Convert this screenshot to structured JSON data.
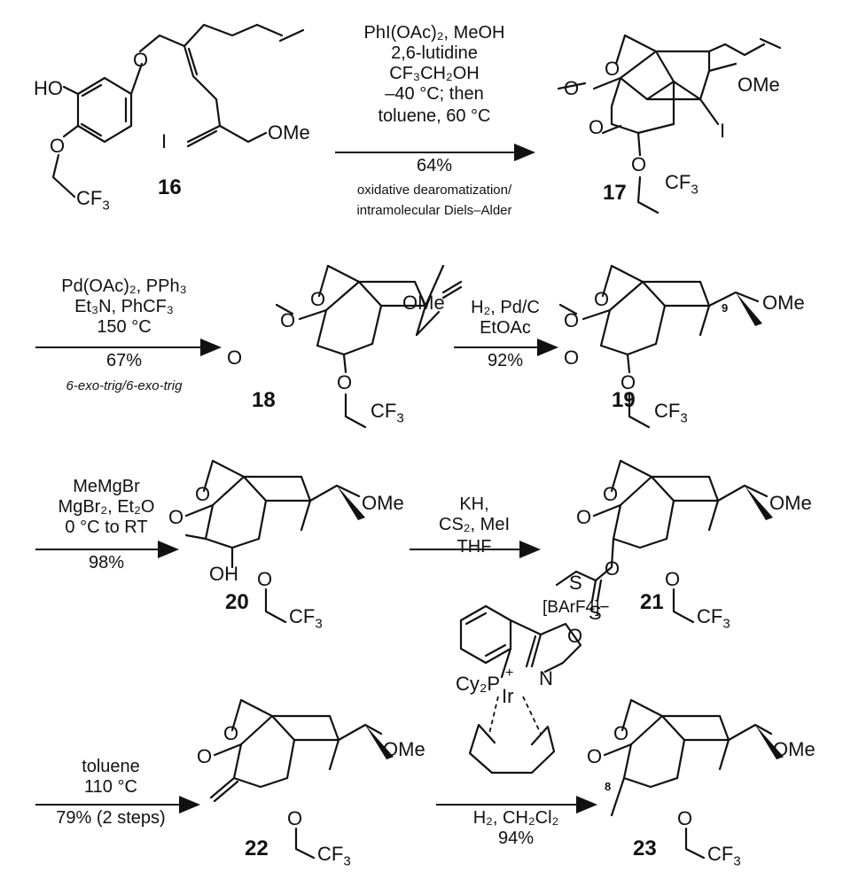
{
  "compounds": {
    "c16": "16",
    "c17": "17",
    "c18": "18",
    "c19": "19",
    "c20": "20",
    "c21": "21",
    "c22": "22",
    "c23": "23"
  },
  "atoms": {
    "HO": "HO",
    "O": "O",
    "OMe": "OMe",
    "I": "I",
    "CF3_text": "CF",
    "sub3": "3",
    "CF3": "CF3",
    "OH": "OH",
    "S": "S",
    "Cy2P": "Cy₂P",
    "plus": "+",
    "Ir": "Ir",
    "N": "N",
    "BArF4": "[BArF4]−"
  },
  "stereo_labels": {
    "c9": "9",
    "c8": "8"
  },
  "steps": {
    "step1": {
      "reagents": [
        "PhI(OAc)₂, MeOH",
        "2,6-lutidine",
        "CF₃CH₂OH",
        "–40 °C; then"
      ],
      "below": [
        "toluene, 60 °C",
        "64%"
      ],
      "notes": [
        "oxidative dearomatization/",
        "intramolecular Diels–Alder"
      ]
    },
    "step2": {
      "reagents": [
        "Pd(OAc)₂, PPh₃",
        "Et₃N, PhCF₃",
        "150 °C"
      ],
      "below": [
        "67%"
      ],
      "notes": [
        "6-exo-trig/6-exo-trig"
      ]
    },
    "step3": {
      "reagents": [
        "H₂, Pd/C",
        "EtOAc"
      ],
      "below": [
        "92%"
      ]
    },
    "step4": {
      "reagents": [
        "MeMgBr",
        "MgBr₂, Et₂O",
        "0 °C to RT"
      ],
      "below": [
        "98%"
      ]
    },
    "step5": {
      "reagents": [
        "KH,",
        "CS₂, MeI",
        "THF"
      ],
      "below": []
    },
    "step6": {
      "reagents": [
        "toluene",
        "110 °C"
      ],
      "below": [
        "79% (2 steps)"
      ]
    },
    "step7": {
      "reagents": [],
      "below": [
        "H₂, CH₂Cl₂",
        "94%"
      ]
    }
  }
}
